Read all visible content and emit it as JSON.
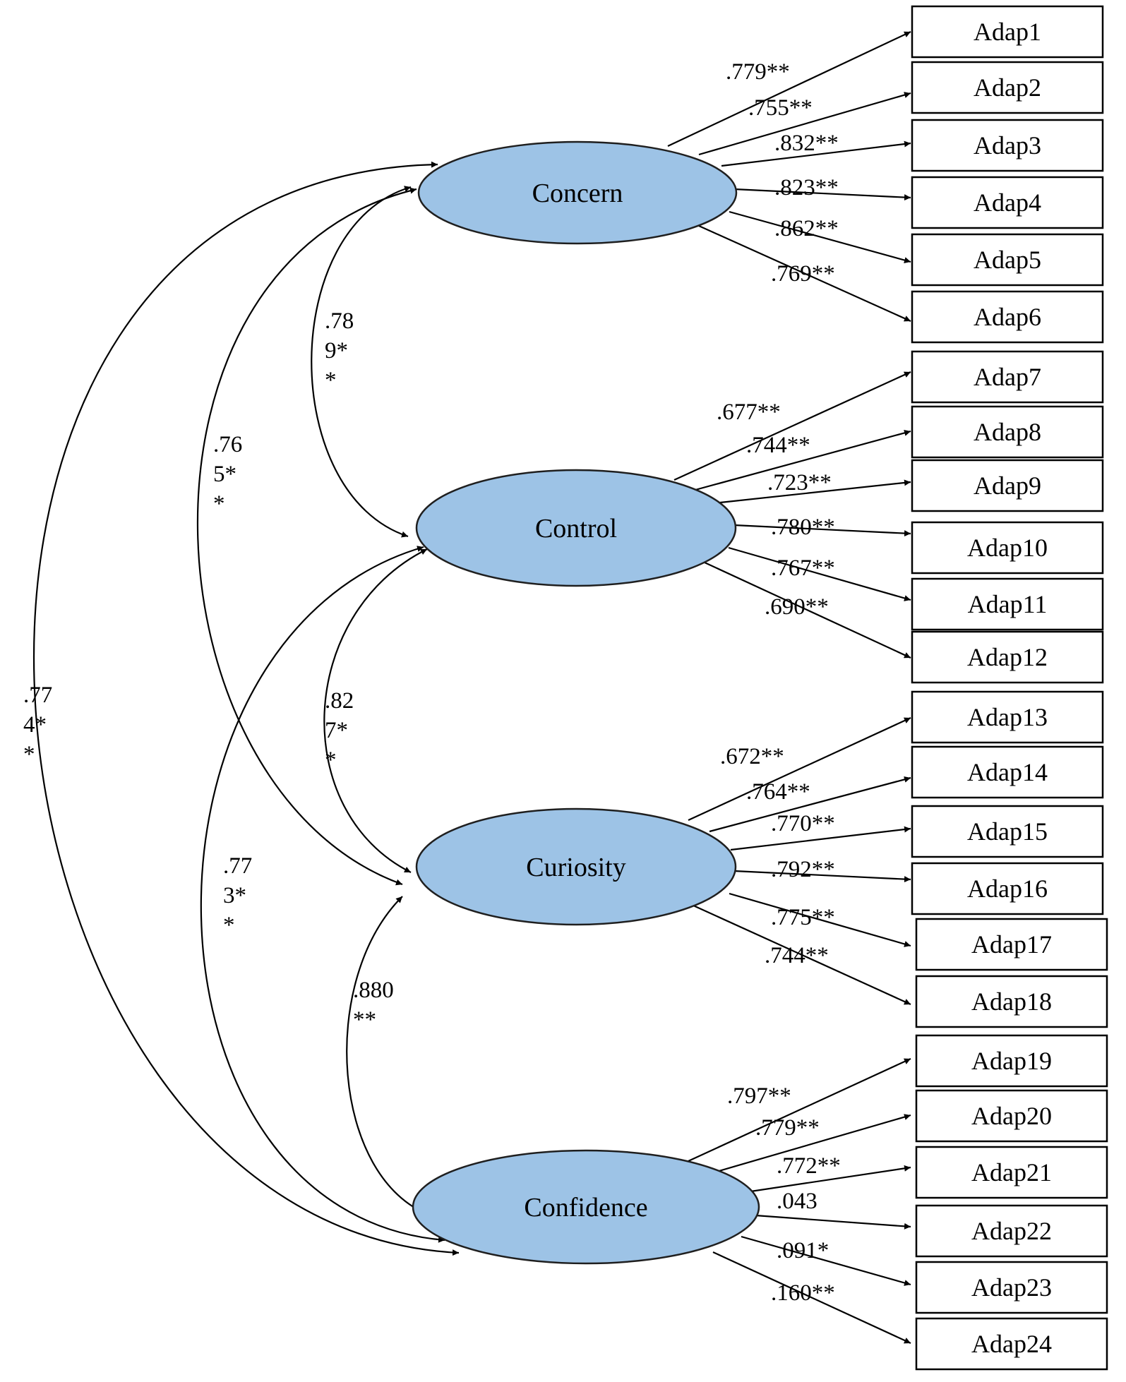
{
  "latent_factors": [
    {
      "id": "concern",
      "label": "Concern"
    },
    {
      "id": "control",
      "label": "Control"
    },
    {
      "id": "curiosity",
      "label": "Curiosity"
    },
    {
      "id": "confidence",
      "label": "Confidence"
    }
  ],
  "indicators": [
    {
      "label": "Adap1",
      "factor": "concern",
      "loading": ".779**"
    },
    {
      "label": "Adap2",
      "factor": "concern",
      "loading": ".755**"
    },
    {
      "label": "Adap3",
      "factor": "concern",
      "loading": ".832**"
    },
    {
      "label": "Adap4",
      "factor": "concern",
      "loading": ".823**"
    },
    {
      "label": "Adap5",
      "factor": "concern",
      "loading": ".862**"
    },
    {
      "label": "Adap6",
      "factor": "concern",
      "loading": ".769**"
    },
    {
      "label": "Adap7",
      "factor": "control",
      "loading": ".677**"
    },
    {
      "label": "Adap8",
      "factor": "control",
      "loading": ".744**"
    },
    {
      "label": "Adap9",
      "factor": "control",
      "loading": ".723**"
    },
    {
      "label": "Adap10",
      "factor": "control",
      "loading": ".780**"
    },
    {
      "label": "Adap11",
      "factor": "control",
      "loading": ".767**"
    },
    {
      "label": "Adap12",
      "factor": "control",
      "loading": ".690**"
    },
    {
      "label": "Adap13",
      "factor": "curiosity",
      "loading": ".672**"
    },
    {
      "label": "Adap14",
      "factor": "curiosity",
      "loading": ".764**"
    },
    {
      "label": "Adap15",
      "factor": "curiosity",
      "loading": ".770**"
    },
    {
      "label": "Adap16",
      "factor": "curiosity",
      "loading": ".792**"
    },
    {
      "label": "Adap17",
      "factor": "curiosity",
      "loading": ".775**"
    },
    {
      "label": "Adap18",
      "factor": "curiosity",
      "loading": ".744**"
    },
    {
      "label": "Adap19",
      "factor": "confidence",
      "loading": ".797**"
    },
    {
      "label": "Adap20",
      "factor": "confidence",
      "loading": ".779**"
    },
    {
      "label": "Adap21",
      "factor": "confidence",
      "loading": ".772**"
    },
    {
      "label": "Adap22",
      "factor": "confidence",
      "loading": ".043"
    },
    {
      "label": "Adap23",
      "factor": "confidence",
      "loading": ".091*"
    },
    {
      "label": "Adap24",
      "factor": "confidence",
      "loading": ".160**"
    }
  ],
  "correlations": [
    {
      "from": "concern",
      "to": "control",
      "label_lines": [
        ".78",
        "9*",
        "*"
      ]
    },
    {
      "from": "concern",
      "to": "curiosity",
      "label_lines": [
        ".76",
        "5*",
        "*"
      ]
    },
    {
      "from": "concern",
      "to": "confidence",
      "label_lines": [
        ".77",
        "4*",
        "*"
      ]
    },
    {
      "from": "control",
      "to": "curiosity",
      "label_lines": [
        ".82",
        "7*",
        "*"
      ]
    },
    {
      "from": "control",
      "to": "confidence",
      "label_lines": [
        ".77",
        "3*",
        "*"
      ]
    },
    {
      "from": "curiosity",
      "to": "confidence",
      "label_lines": [
        ".880",
        "**"
      ]
    }
  ]
}
